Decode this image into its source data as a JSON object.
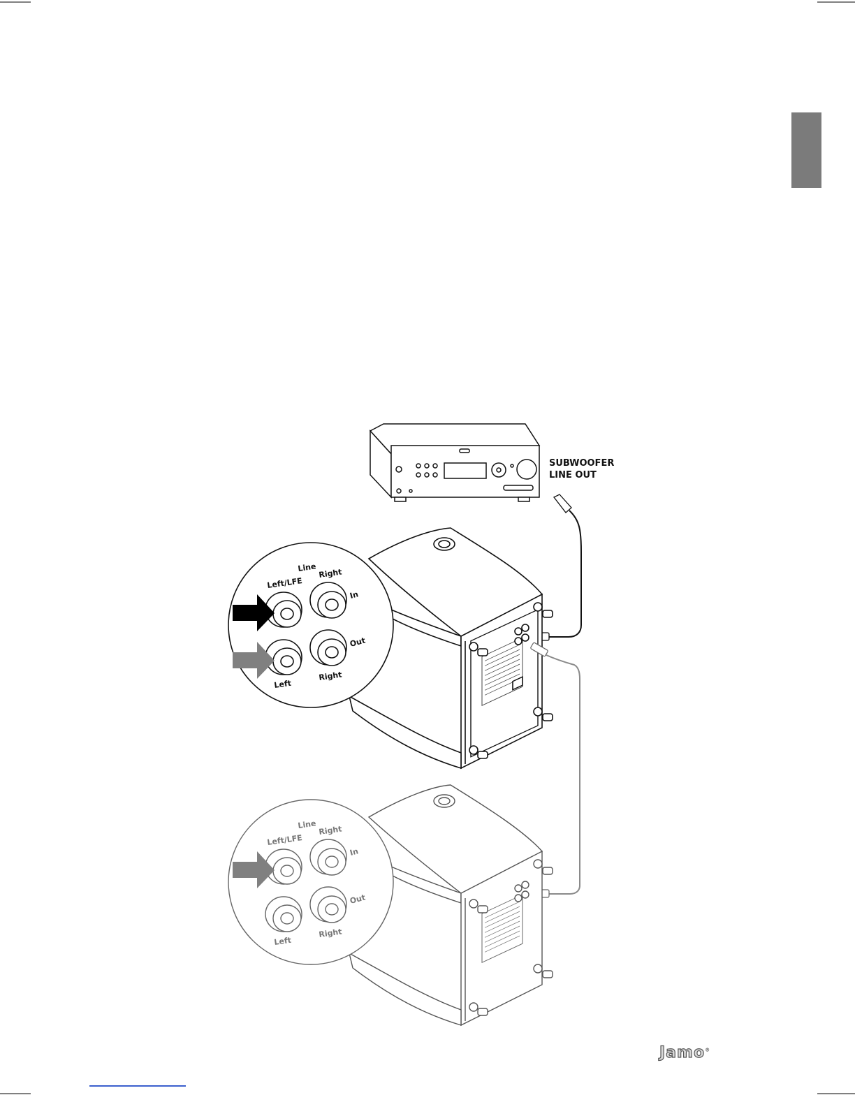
{
  "receiver": {
    "output_label_line1": "SUBWOOFER",
    "output_label_line2": "LINE OUT"
  },
  "panel_top": {
    "line": "Line",
    "left_lfe": "Left/LFE",
    "right_top": "Right",
    "in": "In",
    "out": "Out",
    "right_bottom": "Right",
    "left_bottom": "Left"
  },
  "panel_bottom": {
    "line": "Line",
    "left_lfe": "Left/LFE",
    "right_top": "Right",
    "in": "In",
    "out": "Out",
    "right_bottom": "Right",
    "left_bottom": "Left"
  },
  "brand": {
    "logo_text": "Jamo"
  },
  "colors": {
    "tab": "#7b7b7b",
    "arrow_black": "#000000",
    "arrow_gray": "#808080",
    "cable_gray": "#8a8a8a"
  }
}
